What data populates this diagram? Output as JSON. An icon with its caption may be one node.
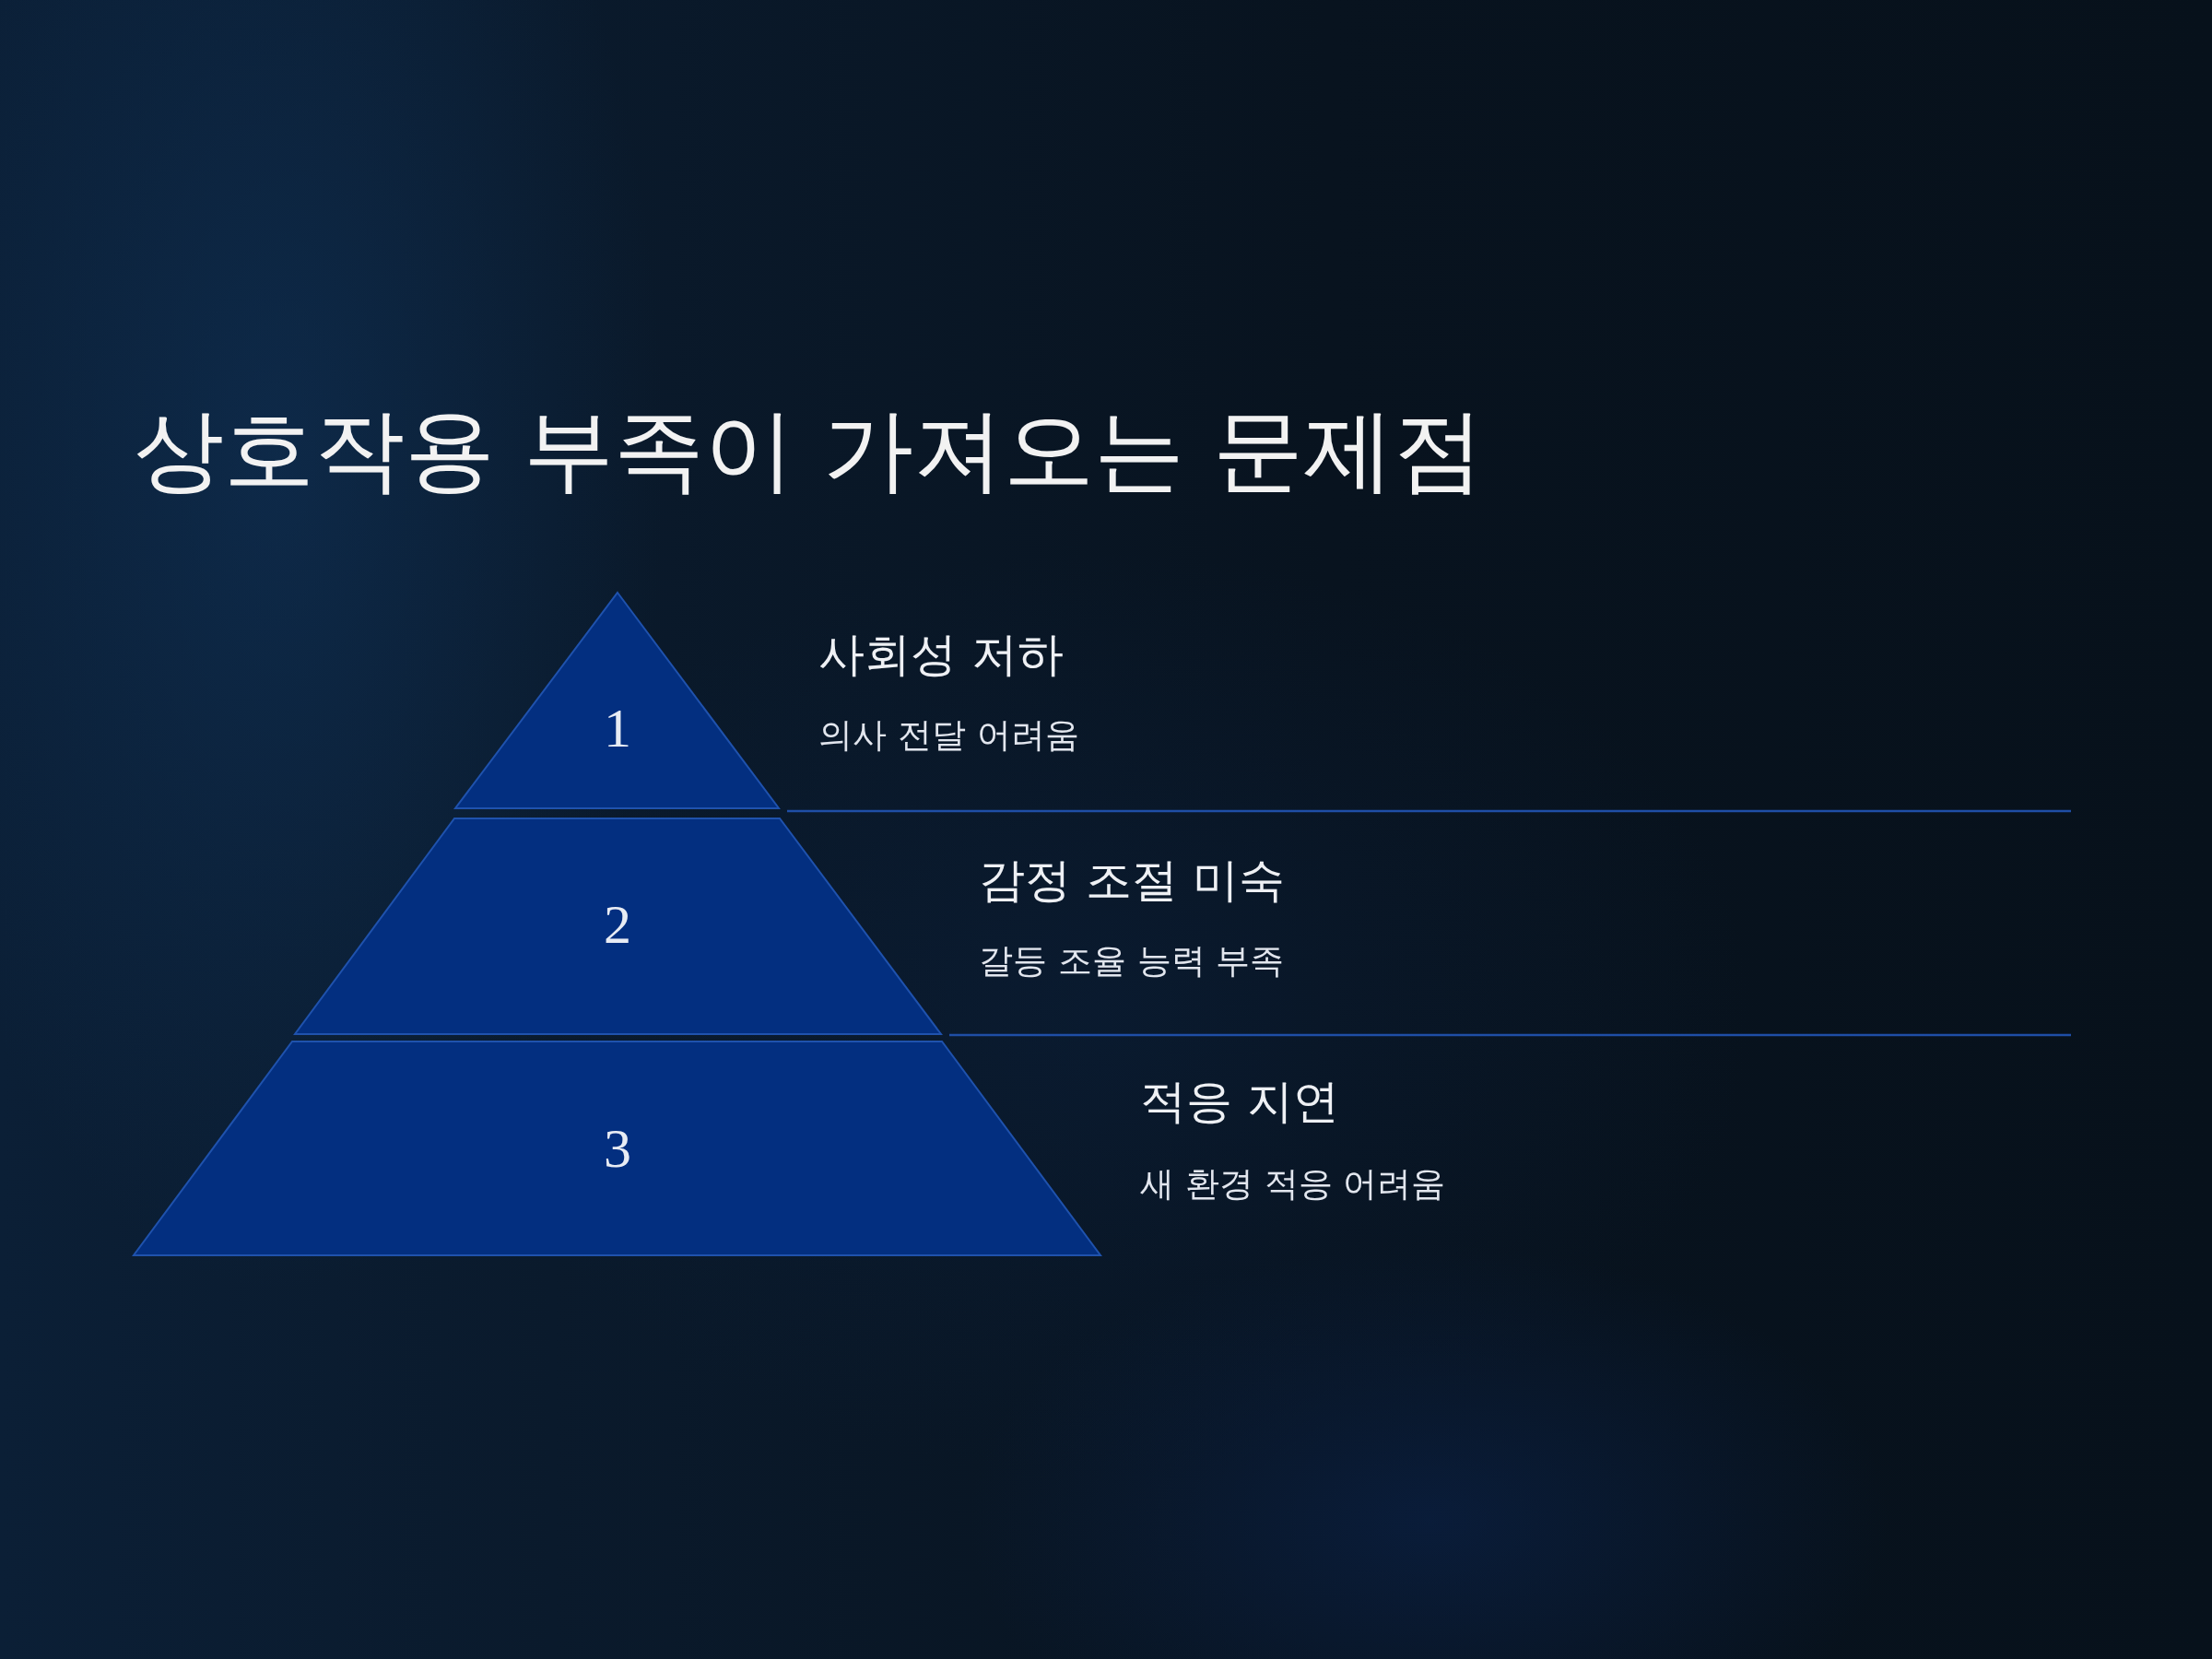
{
  "diagram": {
    "title": "상호작용 부족이 가져오는 문제점",
    "nodes": [
      {
        "text": [
          "1"
        ],
        "beside": [
          "사회성 저하",
          "의사 전달 어려움"
        ]
      },
      {
        "text": [
          "2"
        ],
        "beside": [
          "감정 조절 미숙",
          "갈등 조율 능력 부족"
        ]
      },
      {
        "text": [
          "3"
        ],
        "beside": [
          "적응 지연",
          "새 환경 적응 어려움"
        ]
      }
    ]
  }
}
